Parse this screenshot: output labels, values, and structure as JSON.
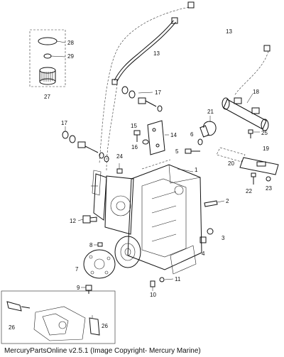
{
  "caption": "MercuryPartsOnline v2.5.1 (Image Copyright- Mercury Marine)",
  "callouts": [
    {
      "id": "c28",
      "label": "28"
    },
    {
      "id": "c29",
      "label": "29"
    },
    {
      "id": "c27",
      "label": "27"
    },
    {
      "id": "c13a",
      "label": "13"
    },
    {
      "id": "c13b",
      "label": "13"
    },
    {
      "id": "c17a",
      "label": "17"
    },
    {
      "id": "c17b",
      "label": "17"
    },
    {
      "id": "c18",
      "label": "18"
    },
    {
      "id": "c21",
      "label": "21"
    },
    {
      "id": "c25",
      "label": "25"
    },
    {
      "id": "c15",
      "label": "15"
    },
    {
      "id": "c14",
      "label": "14"
    },
    {
      "id": "c6",
      "label": "6"
    },
    {
      "id": "c5",
      "label": "5"
    },
    {
      "id": "c16",
      "label": "16"
    },
    {
      "id": "c19",
      "label": "19"
    },
    {
      "id": "c20",
      "label": "20"
    },
    {
      "id": "c24",
      "label": "24"
    },
    {
      "id": "c1",
      "label": "1"
    },
    {
      "id": "c22",
      "label": "22"
    },
    {
      "id": "c23",
      "label": "23"
    },
    {
      "id": "c2",
      "label": "2"
    },
    {
      "id": "c12",
      "label": "12"
    },
    {
      "id": "c3",
      "label": "3"
    },
    {
      "id": "c4",
      "label": "4"
    },
    {
      "id": "c8",
      "label": "8"
    },
    {
      "id": "c7",
      "label": "7"
    },
    {
      "id": "c11",
      "label": "11"
    },
    {
      "id": "c9",
      "label": "9"
    },
    {
      "id": "c10",
      "label": "10"
    },
    {
      "id": "c26a",
      "label": "26"
    },
    {
      "id": "c26b",
      "label": "26"
    }
  ]
}
